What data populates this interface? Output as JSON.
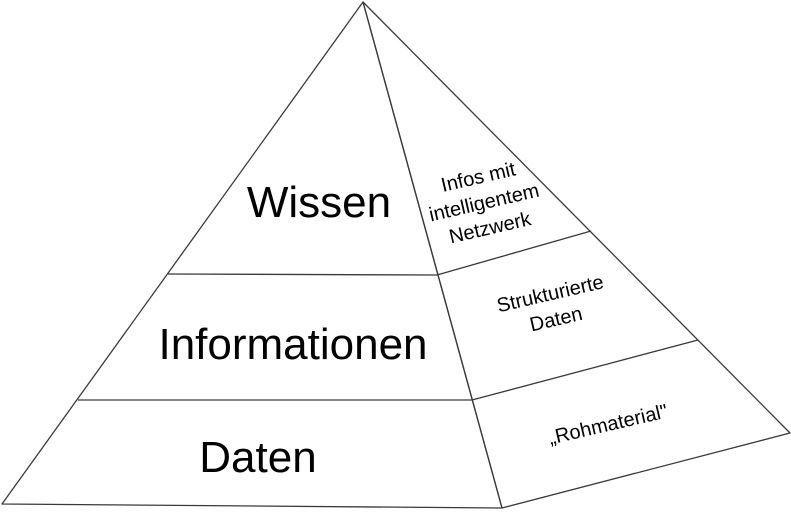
{
  "colors": {
    "background": "#ffffff",
    "line": "#3a3a3a",
    "text": "#000000"
  },
  "pyramid": {
    "front_levels": [
      {
        "label": "Wissen"
      },
      {
        "label": "Informationen"
      },
      {
        "label": "Daten"
      }
    ],
    "side_levels": [
      {
        "lines": [
          "Infos mit",
          "intelligentem",
          "Netzwerk"
        ]
      },
      {
        "lines": [
          "Strukturierte",
          "Daten"
        ]
      },
      {
        "lines": [
          "„Rohmaterial\""
        ]
      }
    ]
  }
}
